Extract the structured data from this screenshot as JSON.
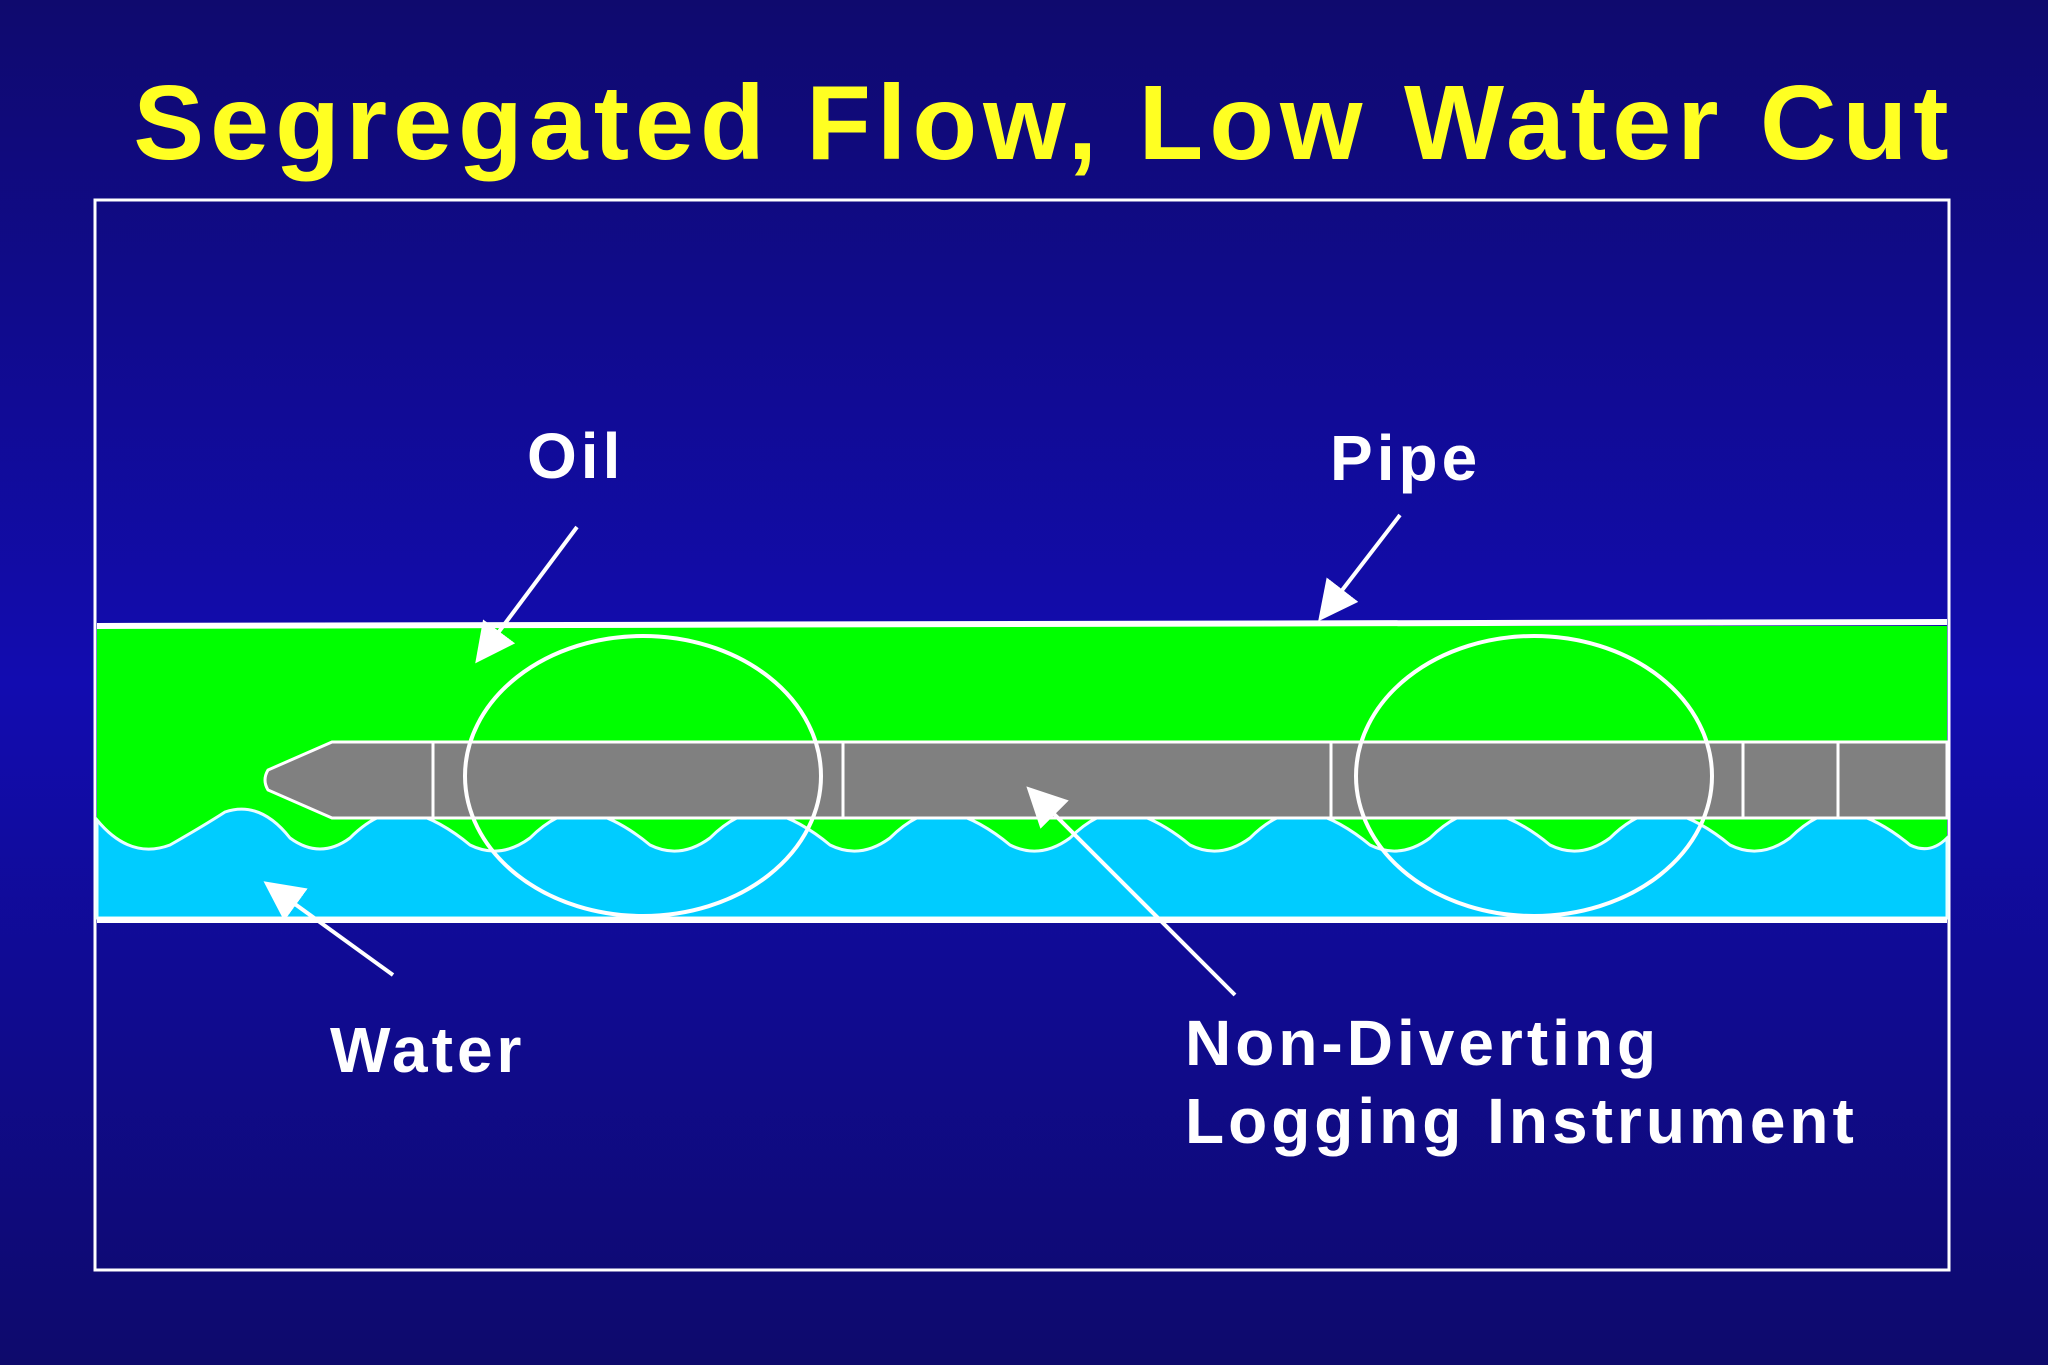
{
  "title": "Segregated Flow, Low Water Cut",
  "labels": {
    "oil": "Oil",
    "pipe": "Pipe",
    "water": "Water",
    "instrument_line1": "Non-Diverting",
    "instrument_line2": "Logging Instrument"
  },
  "colors": {
    "background": "#120cb0",
    "title": "#ffff22",
    "oil": "#00ff00",
    "water": "#00ccff",
    "instrument": "#808080",
    "outline": "#ffffff"
  }
}
